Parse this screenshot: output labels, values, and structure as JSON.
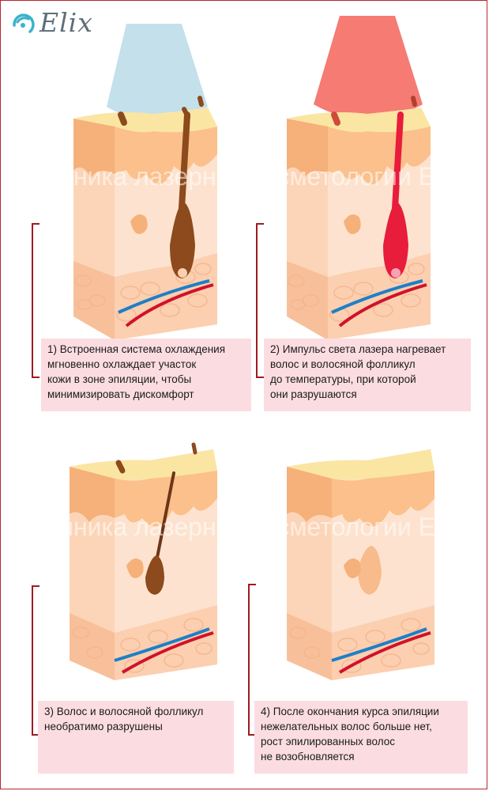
{
  "brand": {
    "name": "Elix"
  },
  "watermark": "Клиника лазерной косметологии Elix",
  "steps": [
    {
      "caption": "1) Встроенная система охлаждения\nмгновенно охлаждает участок\nкожи в зоне эпиляции, чтобы\nминимизировать дискомфорт"
    },
    {
      "caption": "2) Импульс света  лазера нагревает\nволос и волосяной фолликул\nдо температуры, при которой\nони разрушаются"
    },
    {
      "caption": "3) Волос и волосяной фолликул\nнеобратимо разрушены"
    },
    {
      "caption": "4) После окончания курса эпиляции\nнежелательных волос больше нет,\nрост эпилированных волос\nне возобновляется"
    }
  ],
  "colors": {
    "accent": "#9d1b22",
    "caption_bg": "#fbdde1",
    "skin_top": "#fbe5a3",
    "skin_mid": "#fbc08b",
    "skin_body": "#fde3cf",
    "fat": "#fbcfb0",
    "hair_brown": "#8c4a1d",
    "hair_red": "#e81c3b",
    "cool_beam": "#b8dbe8",
    "laser_beam": "#f25a50",
    "vein": "#1e7fc7",
    "artery": "#d0122a"
  }
}
